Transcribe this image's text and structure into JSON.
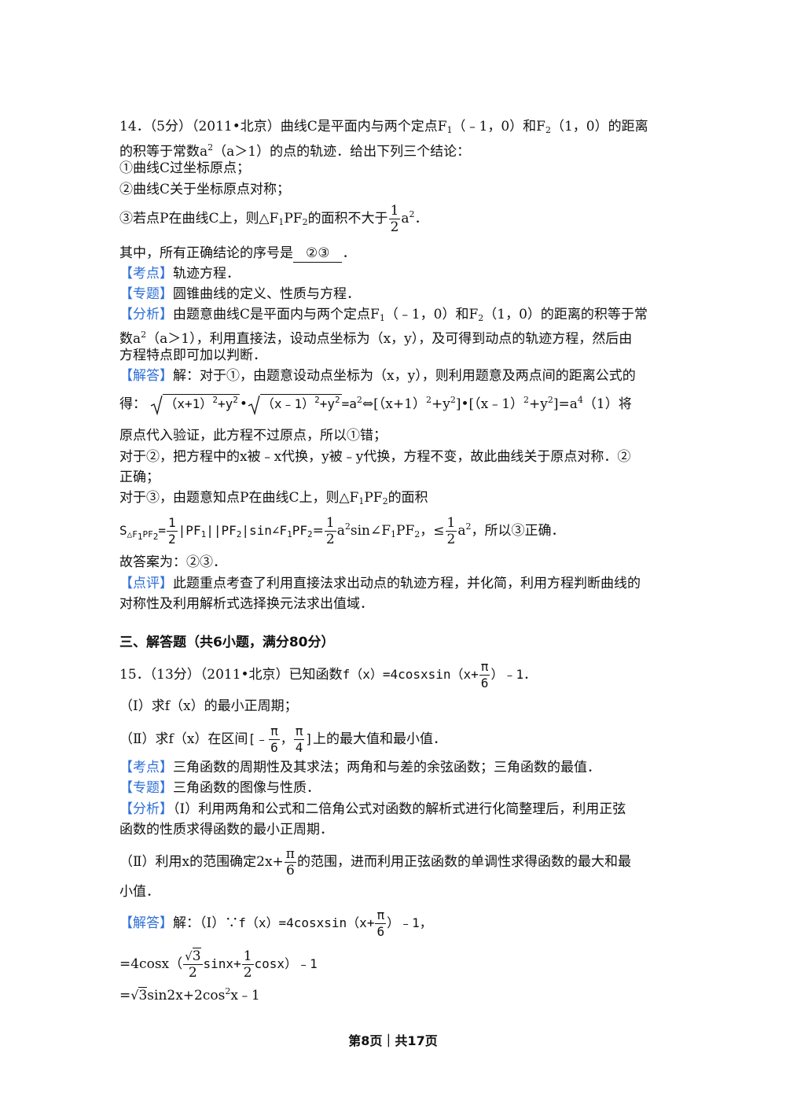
{
  "q14": {
    "l1": "14．（5分）（2011•北京）曲线C是平面内与两个定点F",
    "l1b": "（﹣1，0）和F",
    "l1c": "（1，0）的距离",
    "l2": "的积等于常数a",
    "l2b": "（a＞1）的点的轨迹．给出下列三个结论：",
    "c1": "①曲线C过坐标原点；",
    "c2": "②曲线C关于坐标原点对称；",
    "c3a": "③若点P在曲线C上，则△F",
    "c3b": "PF",
    "c3c": "的面积不大于",
    "c3d": "a",
    "ask": "其中，所有正确结论的序号是",
    "answer": "②③",
    "kaodian_tag": "【考点】",
    "kaodian": "轨迹方程．",
    "zhuanti_tag": "【专题】",
    "zhuanti": "圆锥曲线的定义、性质与方程．",
    "fenxi_tag": "【分析】",
    "fenxi1": "由题意曲线C是平面内与两个定点F",
    "fenxi1b": "（﹣1，0）和F",
    "fenxi1c": "（1，0）的距离的积等于常",
    "fenxi2": "数a",
    "fenxi2b": "（a＞1），利用直接法，设动点坐标为（x，y），及可得到动点的轨迹方程，然后由",
    "fenxi3": "方程特点即可加以判断．",
    "jieda_tag": "【解答】",
    "jieda1": "解：对于①，由题意设动点坐标为（x，y），则利用题意及两点间的距离公式的",
    "jieda2a": "得：",
    "jieda2b": "（x+1）",
    "jieda2c": "+y",
    "jieda2d": "（x﹣1）",
    "jieda2e": "=a",
    "jieda2f": "⇔[（x+1）",
    "jieda2g": "+y",
    "jieda2h": "]•[（x﹣1）",
    "jieda2i": "+y",
    "jieda2j": "]=a",
    "jieda2k": "（1）将",
    "jieda3": "原点代入验证，此方程不过原点，所以①错；",
    "jieda4": "对于②，把方程中的x被﹣x代换，y被﹣y代换，方程不变，故此曲线关于原点对称．②",
    "jieda5": "正确；",
    "jieda6a": "对于③，由题意知点P在曲线C上，则△F",
    "jieda6b": "PF",
    "jieda6c": "的面积",
    "jieda7a": "S",
    "jieda7b": "△F",
    "jieda7c": "PF",
    "jieda7d": "=",
    "jieda7e": "|PF",
    "jieda7f": "||PF",
    "jieda7g": "|sin∠F",
    "jieda7h": "PF",
    "jieda7i": "=",
    "jieda7j": "a",
    "jieda7k": "sin∠F",
    "jieda7l": "PF",
    "jieda7m": "，≤",
    "jieda7n": "a",
    "jieda7o": "，所以③正确．",
    "gu": "故答案为：②③．",
    "dianping_tag": "【点评】",
    "dianping1": "此题重点考查了利用直接法求出动点的轨迹方程，并化简，利用方程判断曲线的",
    "dianping2": "对称性及利用解析式选择换元法求出值域．"
  },
  "section3": "三、解答题（共6小题，满分80分）",
  "q15": {
    "l1": "15．（13分）（2011•北京）已知函数",
    "func": "f（x）=4cosxsin（x+",
    "func_end": "）﹣1．",
    "p1": "（Ⅰ）求f（x）的最小正周期；",
    "p2a": "（Ⅱ）求f（x）在区间",
    "p2b": "上的最大值和最小值．",
    "kaodian_tag": "【考点】",
    "kaodian": "三角函数的周期性及其求法；两角和与差的余弦函数；三角函数的最值．",
    "zhuanti_tag": "【专题】",
    "zhuanti": "三角函数的图像与性质．",
    "fenxi_tag": "【分析】",
    "fenxi1": "（Ⅰ）利用两角和公式和二倍角公式对函数的解析式进行化简整理后，利用正弦",
    "fenxi2": "函数的性质求得函数的最小正周期．",
    "fenxi3a": "（Ⅱ）利用x的范围确定2x+",
    "fenxi3b": "的范围，进而利用正弦函数的单调性求得函数的最大和最",
    "fenxi4": "小值．",
    "jieda_tag": "【解答】",
    "jieda1a": "解：（Ⅰ）∵",
    "jieda1b": "f（x）=4cosxsin（x+",
    "jieda1c": "）﹣1，",
    "jieda2a": "=4cosx（",
    "jieda2b": "sinx+",
    "jieda2c": "cosx）﹣1",
    "jieda3a": "=",
    "jieda3b": "sin2x+2cos",
    "jieda3c": "x﹣1"
  },
  "footer": "第8页｜共17页"
}
